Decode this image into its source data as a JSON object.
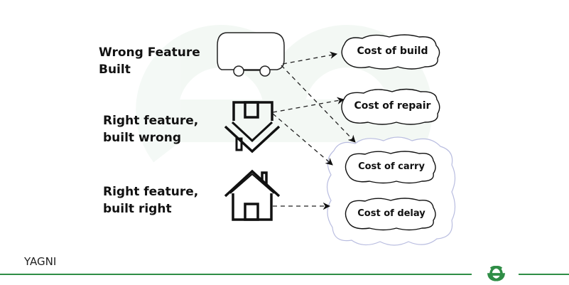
{
  "diagram": {
    "rows": [
      {
        "label_line1": "Wrong Feature",
        "label_line2": "Built",
        "icon": "trailer-icon"
      },
      {
        "label_line1": "Right feature,",
        "label_line2": "built wrong",
        "icon": "broken-house-icon"
      },
      {
        "label_line1": "Right feature,",
        "label_line2": "built right",
        "icon": "house-icon"
      }
    ],
    "costs": [
      {
        "label": "Cost of build"
      },
      {
        "label": "Cost of repair"
      },
      {
        "label": "Cost of carry"
      },
      {
        "label": "Cost of delay"
      }
    ]
  },
  "footer": {
    "caption": "YAGNI",
    "logo": "gfg-logo-icon",
    "accent_color": "#2f8d46"
  }
}
